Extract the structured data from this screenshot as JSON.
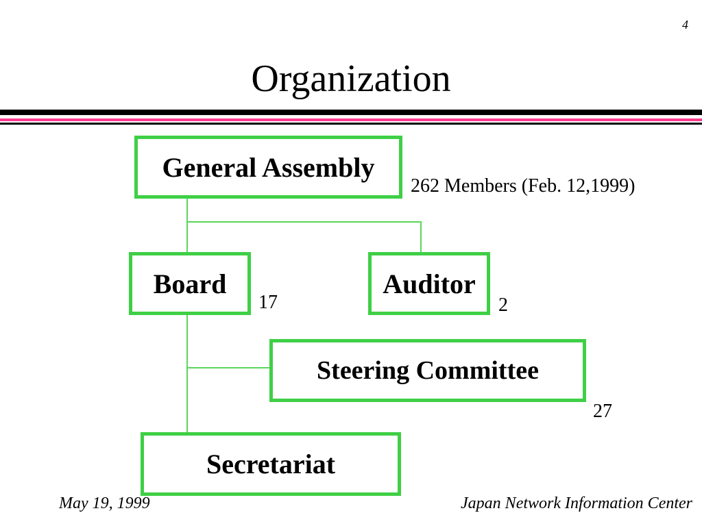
{
  "slide": {
    "number": "4",
    "title": "Organization"
  },
  "org_chart": {
    "general_assembly": {
      "label": "General Assembly",
      "count": "262 Members  (Feb. 12,1999)"
    },
    "board": {
      "label": "Board",
      "count": "17"
    },
    "auditor": {
      "label": "Auditor",
      "count": "2"
    },
    "steering_committee": {
      "label": "Steering Committee",
      "count": "27"
    },
    "secretariat": {
      "label": "Secretariat"
    }
  },
  "footer": {
    "date": "May 19, 1999",
    "organization": "Japan Network Information Center"
  },
  "colors": {
    "box_border": "#3fcf46",
    "connector": "#5ad65a",
    "title_rule_accent": "#ff3a8c"
  }
}
